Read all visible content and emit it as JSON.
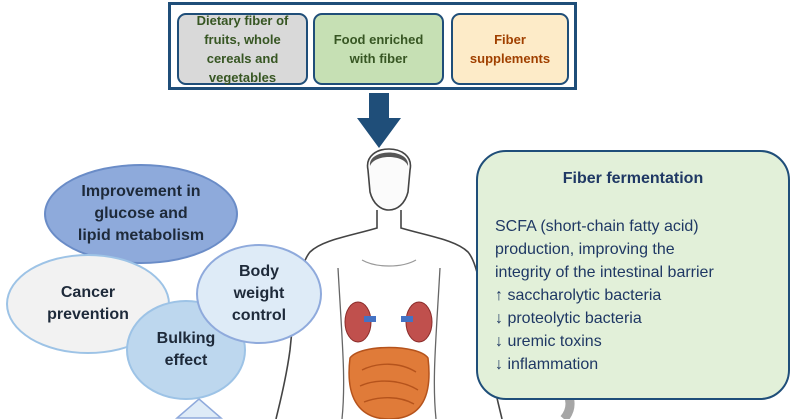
{
  "sources": [
    {
      "label": "Dietary fiber of\nfruits, whole\ncereals and\nvegetables"
    },
    {
      "label": "Food enriched\nwith fiber"
    },
    {
      "label": "Fiber\nsupplements"
    }
  ],
  "benefits": {
    "glucose": "Improvement in\nglucose  and\nlipid metabolism",
    "cancer": "Cancer\nprevention",
    "bulking": "Bulking\neffect",
    "weight": "Body\nweight\ncontrol"
  },
  "fermentation": {
    "title": "Fiber fermentation",
    "lines": [
      "SCFA (short-chain fatty acid)",
      "production, improving the",
      "integrity of the  intestinal barrier",
      "↑ saccharolytic bacteria",
      "↓ proteolytic bacteria",
      "↓ uremic toxins",
      "↓ inflammation"
    ]
  },
  "colors": {
    "frame": "#1f4e79",
    "box_gray": "#d9d9d9",
    "box_green": "#c6e0b4",
    "box_cream": "#fdebc8",
    "fermentation_bg": "#e2f0d9"
  }
}
